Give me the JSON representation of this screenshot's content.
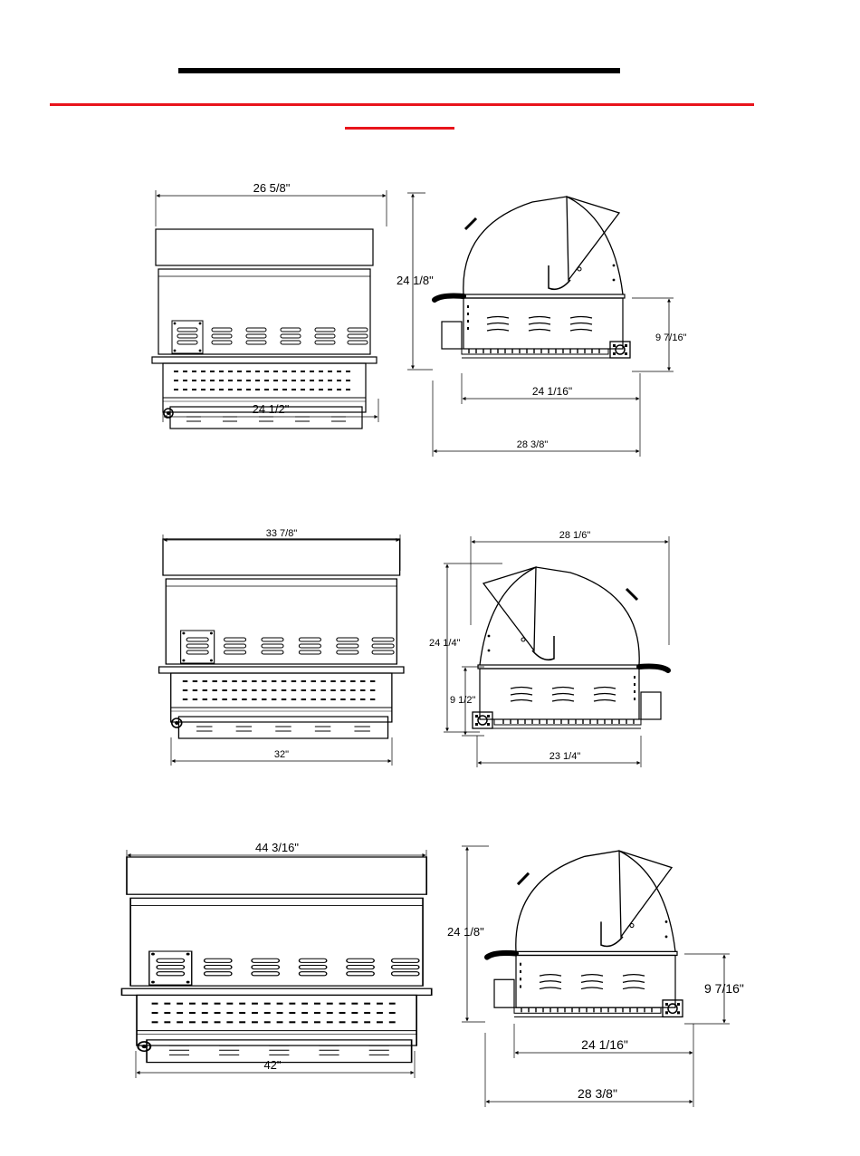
{
  "colors": {
    "accent": "#e8141c",
    "ink": "#000000",
    "paper": "#ffffff"
  },
  "diagrams": [
    {
      "front": {
        "width_top": "26 5/8\"",
        "width_bottom": "24 1/2\""
      },
      "side": {
        "height": "24 1/8\"",
        "body_height": "9 7/16\"",
        "body_depth": "24 1/16\"",
        "overall_depth": "28 3/8\""
      }
    },
    {
      "front": {
        "width_top": "33 7/8\"",
        "width_bottom": "32\""
      },
      "side": {
        "top_depth": "28 1/6\"",
        "height": "24 1/4\"",
        "body_height": "9 1/2\"",
        "body_depth": "23 1/4\""
      }
    },
    {
      "front": {
        "width_top": "44 3/16\"",
        "width_bottom": "42\""
      },
      "side": {
        "height": "24 1/8\"",
        "body_height": "9 7/16\"",
        "body_depth": "24 1/16\"",
        "overall_depth": "28 3/8\""
      }
    }
  ]
}
